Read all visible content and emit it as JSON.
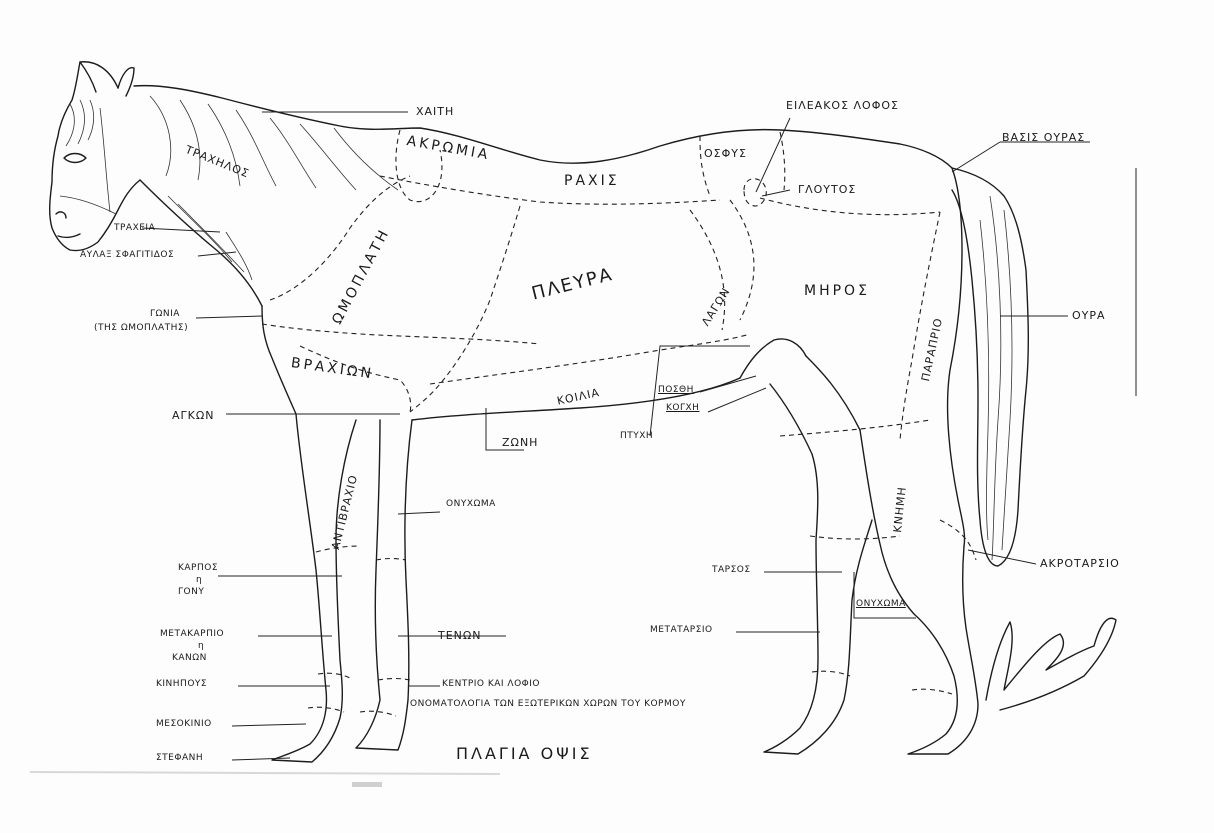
{
  "labels": {
    "chaiti": "ΧΑΙΤΗ",
    "eilakos_lofos": "ΕΙΛΕΑΚΟΣ ΛΟΦΟΣ",
    "vasis_ouras": "ΒΑΣΙΣ ΟΥΡΑΣ",
    "trachilos": "ΤΡΑΧΗΛΟΣ",
    "akromia": "ΑΚΡΩΜΙΑ",
    "rachis": "ΡΑΧΙΣ",
    "osfys": "ΟΣΦΥΣ",
    "gloutos": "ΓΛΟΥΤΟΣ",
    "tracheia": "ΤΡΑΧΕΙΑ",
    "aylax_sfagitidos": "ΑΥΛΑΞ ΣΦΑΓΙΤΙΔΟΣ",
    "omoplati": "ΩΜΟΠΛΑΤΗ",
    "pleyra": "ΠΛΕΥΡΑ",
    "lagon": "ΛΑΓΩΝ",
    "miros": "ΜΗΡΟΣ",
    "paraprio": "ΠΑΡΑΠΡΙΟ",
    "oura": "ΟΥΡΑ",
    "gonia": "ΓΩΝΙΑ",
    "gonia_sub": "(ΤΗΣ ΩΜΟΠΛΑΤΗΣ)",
    "vrachion": "ΒΡΑΧΙΩΝ",
    "koilia": "ΚΟΙΛΙΑ",
    "posthi": "ΠΟΣΘΗ",
    "kogchi": "ΚΟΓΧΗ",
    "ptychi": "ΠΤΥΧΗ",
    "agkon": "ΑΓΚΩΝ",
    "zoni": "ΖΩΝΗ",
    "antivrachio": "ΑΝΤΙΒΡΑΧΙΟ",
    "onychoma_front": "ΟΝΥΧΩΜΑ",
    "knimi": "ΚΝΗΜΗ",
    "karpos": "ΚΑΡΠΟΣ",
    "karpos_eta": "η",
    "karpos_gony": "ΓΟΝΥ",
    "tarsos": "ΤΑΡΣΟΣ",
    "onychoma_hind": "ΟΝΥΧΩΜΑ",
    "akrotarsio": "ΑΚΡΟΤΑΡΣΙΟ",
    "metakarpio": "ΜΕΤΑΚΑΡΠΙΟ",
    "metakarpio_eta": "η",
    "kanon": "ΚΑΝΩΝ",
    "tenon": "ΤΕΝΩΝ",
    "metatarsio": "ΜΕΤΑΤΑΡΣΙΟ",
    "kinipous": "ΚΙΝΗΠΟΥΣ",
    "kentrio": "ΚΕΝΤΡΙΟ ΚΑΙ ΛΟΦΙΟ",
    "mesokinio": "ΜΕΣΟΚΙΝΙΟ",
    "onomatologia": "ΟΝΟΜΑΤΟΛΟΓΙΑ ΤΩΝ ΕΞΩΤΕΡΙΚΩΝ ΧΩΡΩΝ ΤΟΥ ΚΟΡΜΟΥ",
    "stefani": "ΣΤΕΦΑΝΗ",
    "plagia_opsis": "ΠΛΑΓΙΑ ΟΨΙΣ"
  },
  "signature": "handwritten signature"
}
